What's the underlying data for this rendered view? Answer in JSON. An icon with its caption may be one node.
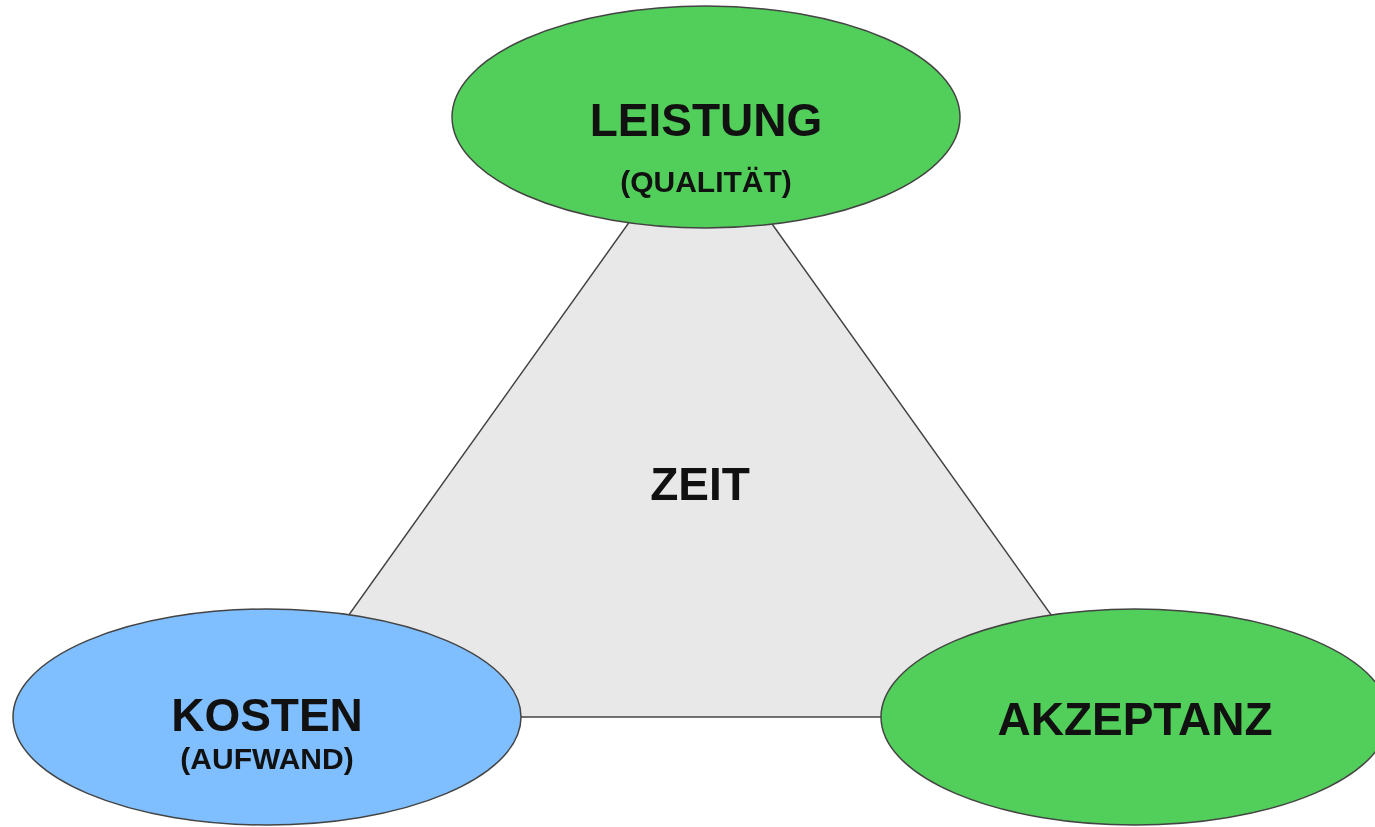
{
  "diagram": {
    "nodes": [
      {
        "text": [
          "LEISTUNG",
          "(QUALITÄT)"
        ]
      },
      {
        "text": [
          "ZEIT"
        ]
      },
      {
        "text": [
          "KOSTEN",
          "(AUFWAND)"
        ]
      },
      {
        "text": [
          "AKZEPTANZ"
        ]
      }
    ]
  }
}
